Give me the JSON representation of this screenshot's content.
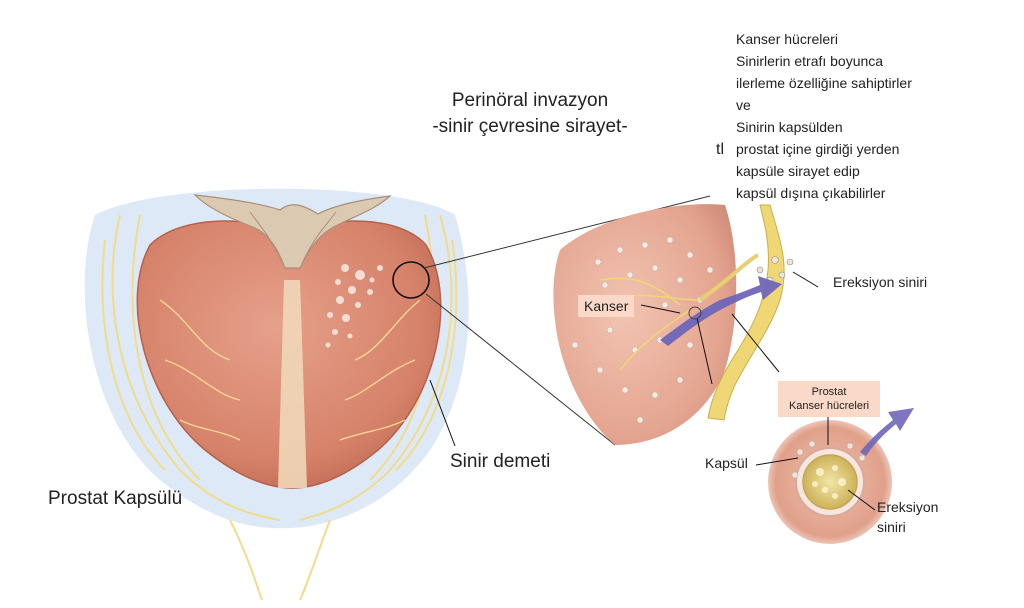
{
  "title": {
    "line1": "Perinöral invazyon",
    "line2": "-sinir çevresine sirayet-"
  },
  "note": {
    "lines": [
      "Kanser hücreleri",
      "Sinirlerin etrafı boyunca",
      "ilerleme özelliğine sahiptirler",
      "ve",
      "Sinirin kapsülden",
      "prostat içine girdiği yerden",
      "kapsüle sirayet edip",
      "kapsül dışına çıkabilirler"
    ],
    "marker": "tl"
  },
  "labels": {
    "prostat_kapsulu": "Prostat Kapsülü",
    "sinir_demeti": "Sinir demeti",
    "ereksiyon_siniri": "Ereksiyon siniri",
    "kanser": "Kanser",
    "prostat_kanser_line1": "Prostat",
    "prostat_kanser_line2": "Kanser hücreleri",
    "kapsul": "Kapsül",
    "ereksiyon_siniri2_line1": "Ereksiyon",
    "ereksiyon_siniri2_line2": "siniri"
  },
  "colors": {
    "prostate": "#d9876f",
    "prostate_edge": "#c06b55",
    "nerve": "#f0dc8a",
    "fascia": "#dde9f6",
    "callout_bg": "#fad9c8",
    "arrow": "#6f66b8"
  }
}
